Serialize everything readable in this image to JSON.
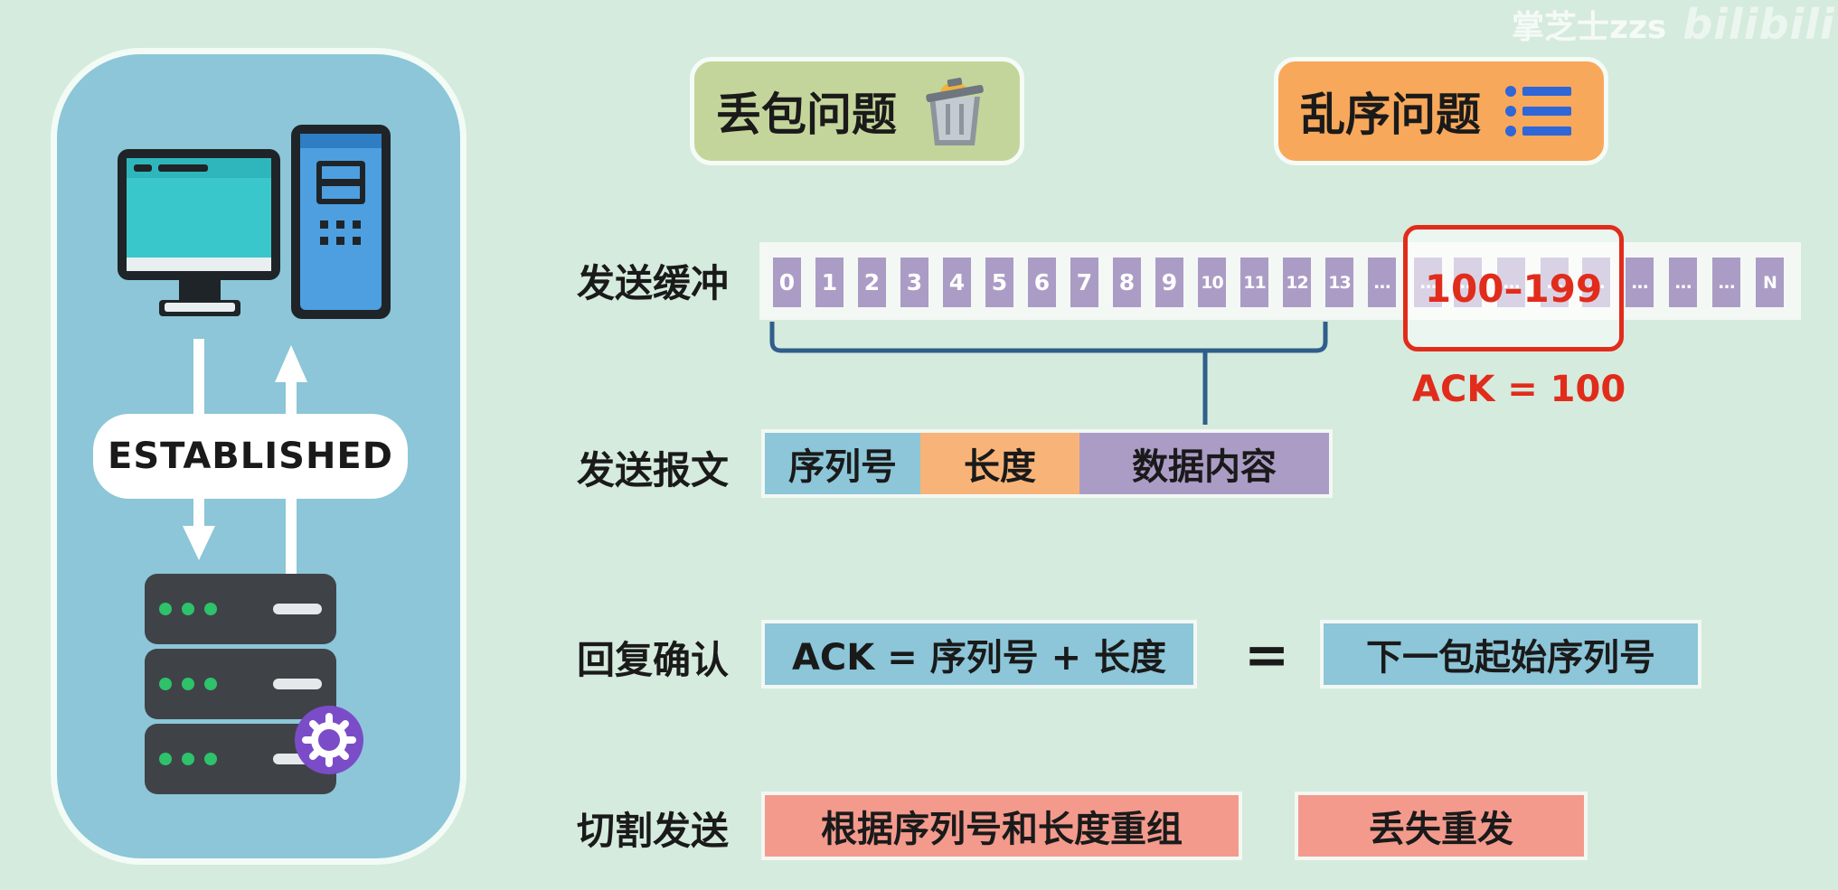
{
  "watermark": {
    "author": "掌芝士zzs",
    "brand": "bilibili"
  },
  "left_panel": {
    "status": "ESTABLISHED"
  },
  "headers": [
    {
      "label": "丢包问题",
      "icon": "trash-can-icon"
    },
    {
      "label": "乱序问题",
      "icon": "list-icon"
    }
  ],
  "rows": {
    "send_buffer": "发送缓冲",
    "send_packet": "发送报文",
    "reply_ack": "回复确认",
    "split_send": "切割发送"
  },
  "buffer": {
    "cells": [
      "0",
      "1",
      "2",
      "3",
      "4",
      "5",
      "6",
      "7",
      "8",
      "9",
      "10",
      "11",
      "12",
      "13",
      "...",
      "...",
      "...",
      "...",
      "...",
      "...",
      "...",
      "...",
      "...",
      "N"
    ],
    "highlight": "100–199",
    "ack": "ACK = 100"
  },
  "packet_fields": [
    "序列号",
    "长度",
    "数据内容"
  ],
  "ack_formula": {
    "left": "ACK = 序列号 + 长度",
    "equals": "=",
    "right": "下一包起始序列号"
  },
  "split": {
    "reassemble": "根据序列号和长度重组",
    "retransmit": "丢失重发"
  },
  "colors": {
    "background": "#d5ebdd",
    "panel": "#8cc6d8",
    "loss_header": "#c4d59b",
    "order_header": "#f8a85b",
    "cell": "#ab9cc6",
    "seq": "#8cc6d8",
    "length": "#f8b478",
    "data": "#ab9cc6",
    "split": "#f39a8d",
    "highlight": "#e12c1b"
  }
}
